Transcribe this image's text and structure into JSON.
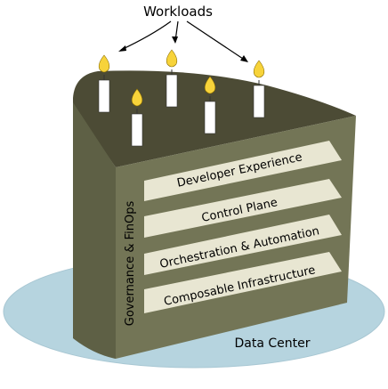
{
  "title": "Workloads",
  "base_label": "Data Center",
  "side_label": "Governance & FinOps",
  "layers": [
    {
      "label": "Developer Experience"
    },
    {
      "label": "Control Plane"
    },
    {
      "label": "Orchestration & Automation"
    },
    {
      "label": "Composable Infrastructure"
    }
  ],
  "colors": {
    "cake_top": "#4c4b35",
    "cake_front": "#737556",
    "cake_side": "#5e6045",
    "layer_fill": "#e8e6d2",
    "plate": "#b6d4df",
    "candle": "#ffffff",
    "flame": "#f7d33a",
    "flame_core": "#c19a1a"
  },
  "candles": 5
}
